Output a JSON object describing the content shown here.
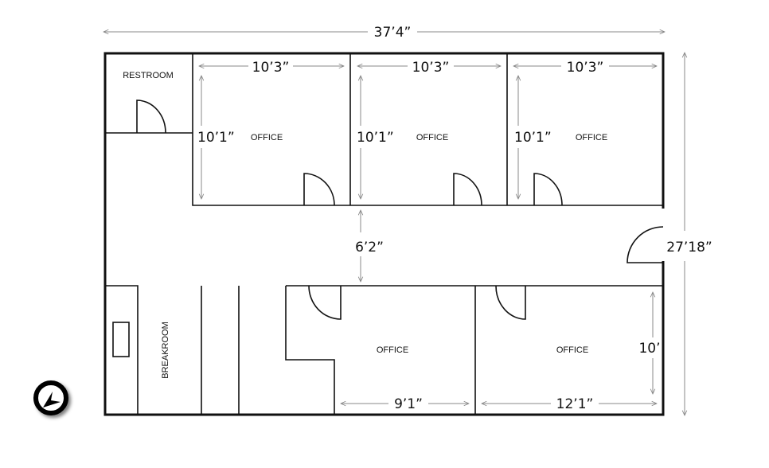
{
  "rooms": {
    "restroom": "RESTROOM",
    "office_1": "OFFICE",
    "office_2": "OFFICE",
    "office_3": "OFFICE",
    "office_4": "OFFICE",
    "office_5": "OFFICE",
    "breakroom": "BREAKROOM"
  },
  "dimensions": {
    "overall_width": "37’4”",
    "overall_depth": "27’18”",
    "office_1_width": "10’3”",
    "office_2_width": "10’3”",
    "office_3_width": "10’3”",
    "office_1_depth": "10’1”",
    "office_2_depth": "10’1”",
    "office_3_depth": "10’1”",
    "corridor_width": "6’2”",
    "office_4_width": "9’1”",
    "office_5_width": "12’1”",
    "office_5_depth": "10’"
  },
  "compass": {
    "icon": "compass-icon"
  }
}
